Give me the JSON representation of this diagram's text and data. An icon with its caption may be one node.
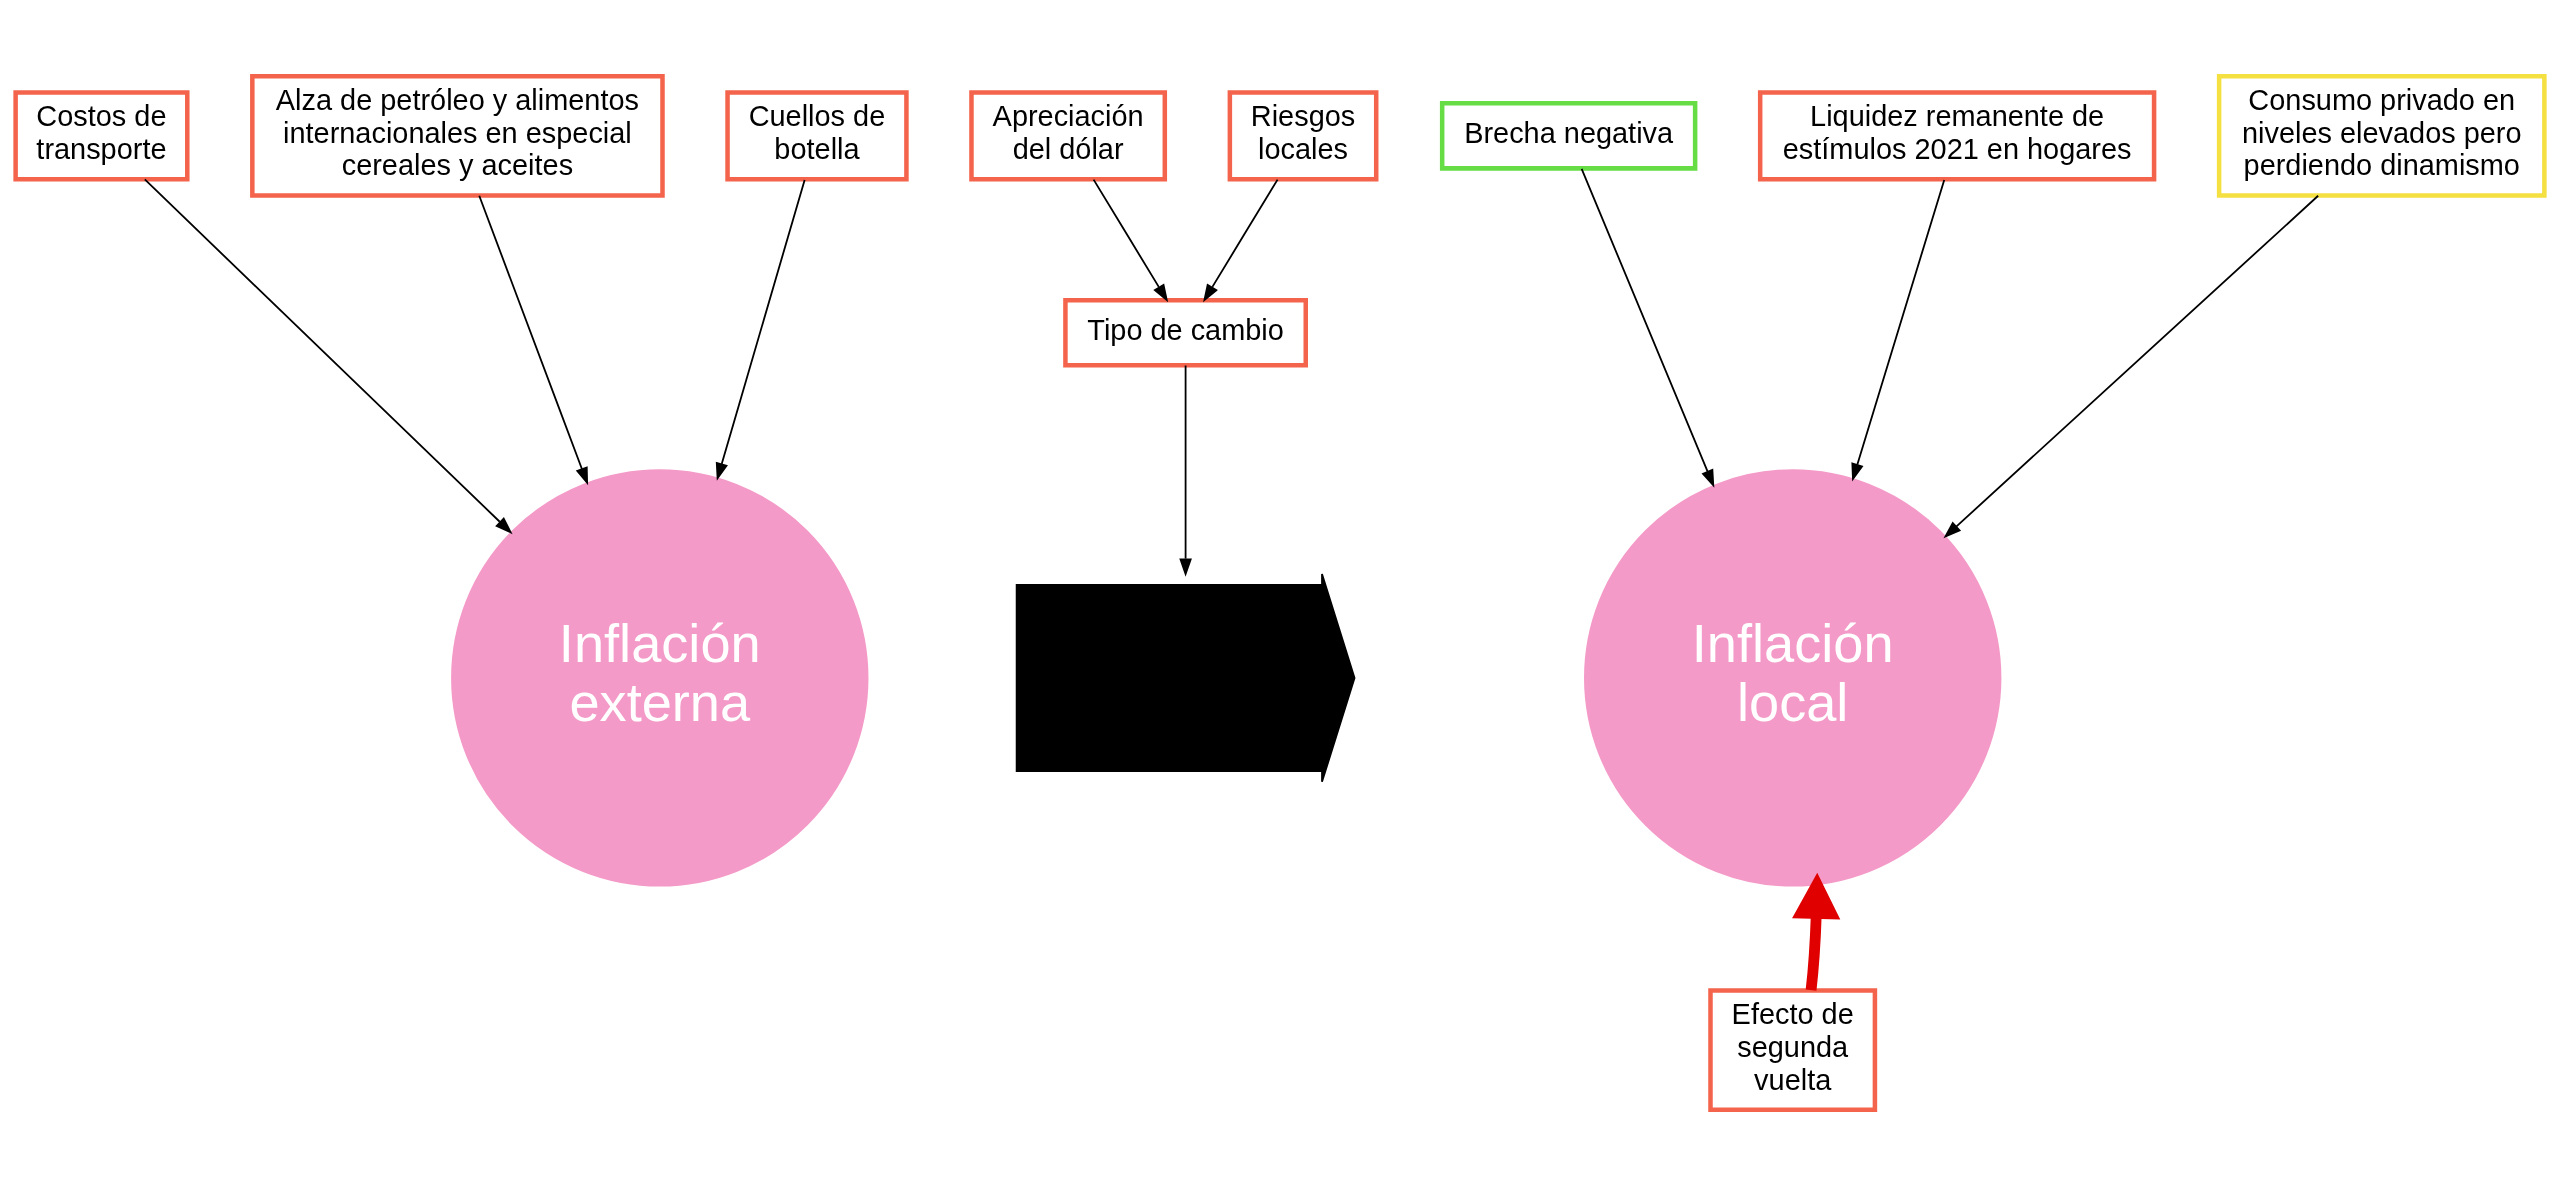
{
  "diagram": {
    "nodes": [
      {
        "text": [
          "Costos de transporte"
        ]
      },
      {
        "text": [
          "Alza de petróleo y alimentos internacionales en especial cereales y aceites"
        ]
      },
      {
        "text": [
          "Cuellos de botella"
        ]
      },
      {
        "text": [
          "Inflación externa"
        ]
      },
      {
        "text": [
          "Apreciación del dólar"
        ]
      },
      {
        "text": [
          "Riesgos locales"
        ]
      },
      {
        "text": [
          "Tipo de cambio"
        ]
      },
      {
        "text": [],
        "shape": "arrow"
      },
      {
        "text": [
          "Brecha negativa"
        ]
      },
      {
        "text": [
          "Liquidez remanente de estímulos 2021 en hogares"
        ]
      },
      {
        "text": [
          "Consumo privado en niveles elevados pero perdiendo dinamismo"
        ]
      },
      {
        "text": [
          "Inflación local"
        ]
      },
      {
        "text": [
          "Efecto de segunda vuelta"
        ]
      }
    ],
    "edges": [
      {
        "from": 0,
        "to": 3,
        "arrow": "to"
      },
      {
        "from": 1,
        "to": 3,
        "arrow": "to"
      },
      {
        "from": 2,
        "to": 3,
        "arrow": "to"
      },
      {
        "from": 4,
        "to": 6,
        "arrow": "to"
      },
      {
        "from": 5,
        "to": 6,
        "arrow": "to"
      },
      {
        "from": 6,
        "to": 7,
        "arrow": "to"
      },
      {
        "from": 8,
        "to": 11,
        "arrow": "to"
      },
      {
        "from": 9,
        "to": 11,
        "arrow": "to"
      },
      {
        "from": 10,
        "to": 11,
        "arrow": "to"
      },
      {
        "from": 12,
        "to": 11,
        "arrow": "to",
        "style": "thick",
        "color": "#e00000"
      }
    ]
  }
}
